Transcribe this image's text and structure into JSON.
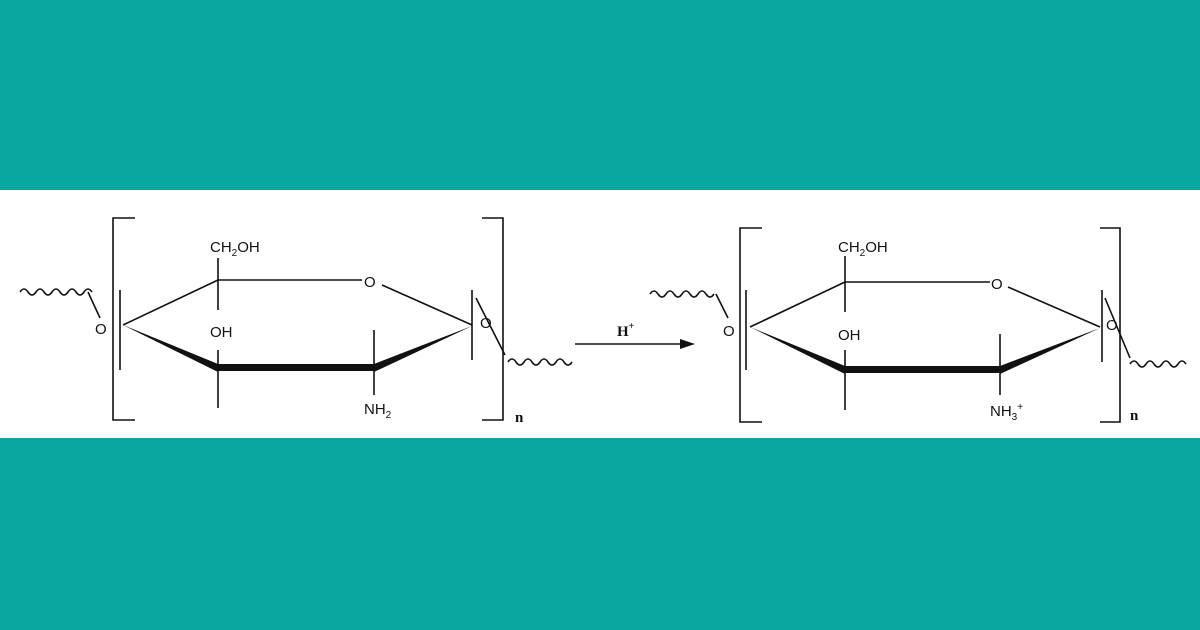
{
  "colors": {
    "background": "#0aa7a2",
    "strip": "#ffffff",
    "ink": "#111111"
  },
  "left_unit": {
    "ch2oh_main": "CH",
    "ch2oh_sub": "2",
    "ch2oh_tail": "OH",
    "ring_o": "O",
    "oh": "OH",
    "amine_main": "NH",
    "amine_sub": "2",
    "left_link_o": "O",
    "right_link_o": "O",
    "repeat": "n"
  },
  "reaction": {
    "reagent": "H",
    "reagent_sup": "+"
  },
  "right_unit": {
    "ch2oh_main": "CH",
    "ch2oh_sub": "2",
    "ch2oh_tail": "OH",
    "ring_o": "O",
    "oh": "OH",
    "amine_main": "NH",
    "amine_sub": "3",
    "amine_sup": "+",
    "left_link_o": "O",
    "right_link_o": "O",
    "repeat": "n"
  }
}
